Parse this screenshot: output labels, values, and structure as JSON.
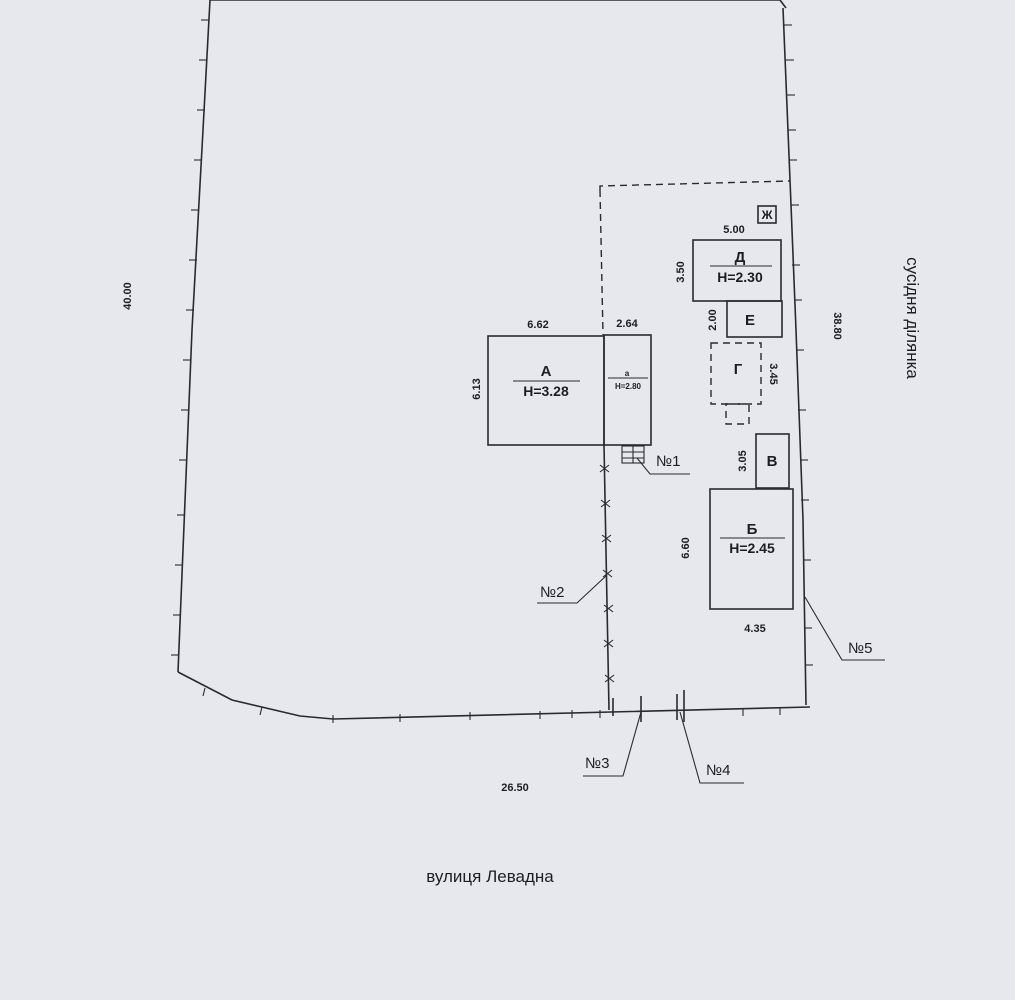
{
  "dimensions": {
    "left_side": "40.00",
    "right_side": "38.80",
    "bottom": "26.50",
    "a_width": "6.62",
    "annex_width": "2.64",
    "a_depth": "6.13",
    "d_width": "5.00",
    "d_depth": "3.50",
    "e_depth": "2.00",
    "g_depth": "3.45",
    "v_depth": "3.05",
    "b_depth": "6.60",
    "b_width": "4.35"
  },
  "buildings": {
    "a_letter": "А",
    "a_height": "Н=3.28",
    "annex_letter": "а",
    "annex_height": "Н=2.80",
    "b_letter": "Б",
    "b_height": "Н=2.45",
    "v_letter": "В",
    "g_letter": "Г",
    "d_letter": "Д",
    "d_height": "Н=2.30",
    "e_letter": "Е",
    "zh_letter": "Ж"
  },
  "markers": [
    "№1",
    "№2",
    "№3",
    "№4",
    "№5"
  ],
  "labels": {
    "street": "вулиця Левадна",
    "neighbor": "сусідня ділянка"
  }
}
